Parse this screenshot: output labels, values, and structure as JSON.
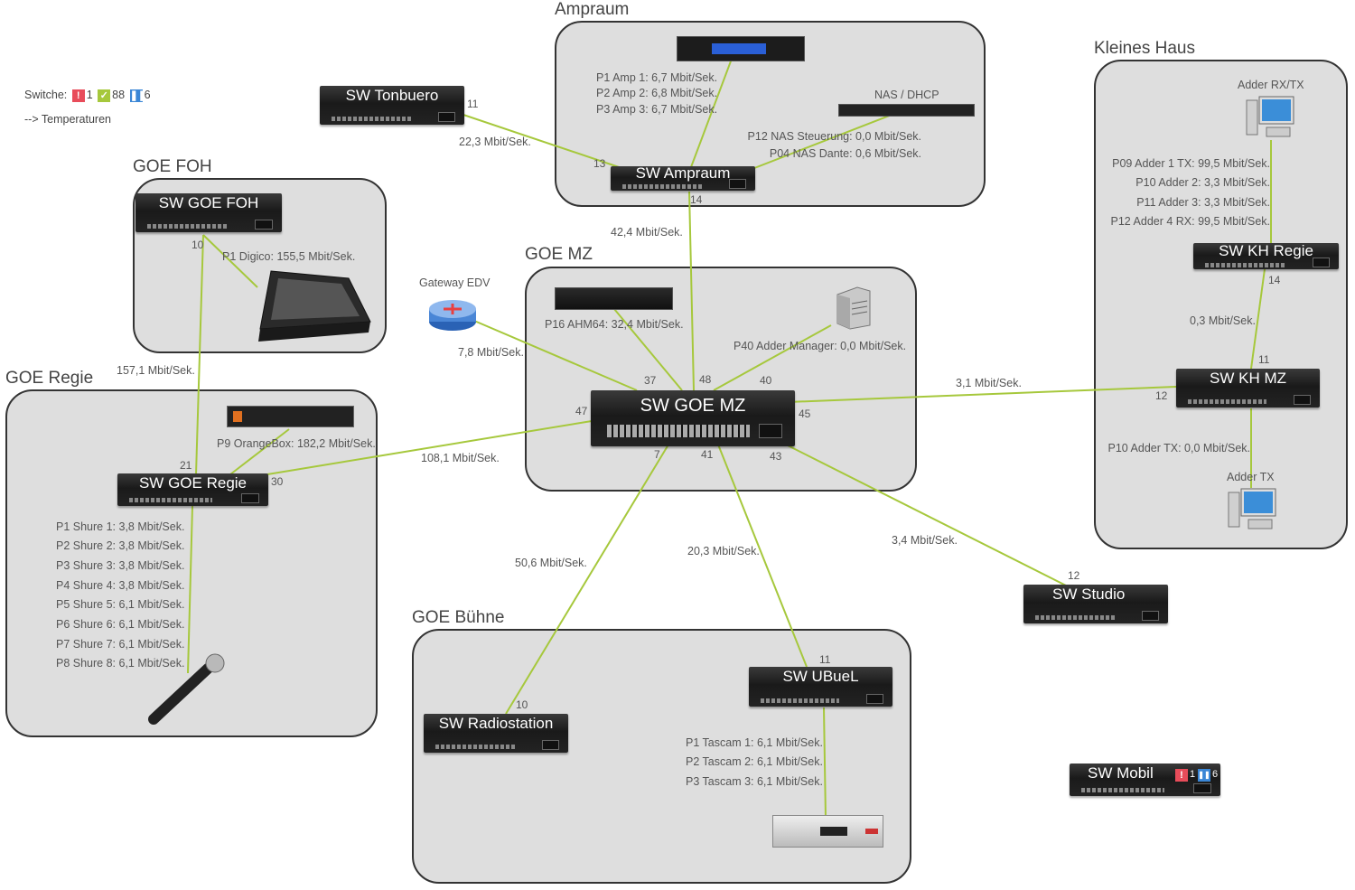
{
  "legend": {
    "label": "Switche:",
    "counts": [
      {
        "icon": "exclamation-icon",
        "color": "#e84c5a",
        "value": "1"
      },
      {
        "icon": "checkmark-icon",
        "color": "#a6c83c",
        "value": "88"
      },
      {
        "icon": "pause-icon",
        "color": "#3a86d6",
        "value": "6"
      }
    ],
    "temps_link": "--> Temperaturen"
  },
  "zones": {
    "ampraum": "Ampraum",
    "kleines_haus": "Kleines Haus",
    "goe_foh": "GOE FOH",
    "goe_mz": "GOE MZ",
    "goe_regie": "GOE Regie",
    "goe_buehne": "GOE Bühne"
  },
  "switches": {
    "tonbuero": "SW Tonbuero",
    "ampraum": "SW Ampraum",
    "goe_foh": "SW GOE FOH",
    "goe_mz": "SW GOE MZ",
    "goe_regie": "SW GOE Regie",
    "kh_regie": "SW KH Regie",
    "kh_mz": "SW KH MZ",
    "studio": "SW Studio",
    "radiostation": "SW Radiostation",
    "ubuel": "SW UBueL",
    "mobil": "SW Mobil"
  },
  "mobil_badges": {
    "error": "1",
    "paused": "6"
  },
  "devices": {
    "nas": "NAS / DHCP",
    "gateway": "Gateway EDV",
    "adder_rxtx": "Adder RX/TX",
    "adder_tx": "Adder TX"
  },
  "ampraum_ports": {
    "amps": [
      "P1 Amp 1: 6,7 Mbit/Sek.",
      "P2 Amp 2: 6,8 Mbit/Sek.",
      "P3 Amp 3: 6,7 Mbit/Sek."
    ],
    "nas": [
      "P12 NAS Steuerung: 0,0 Mbit/Sek.",
      "P04 NAS Dante: 0,6 Mbit/Sek."
    ]
  },
  "kh_regie_ports": [
    "P09 Adder 1 TX: 99,5 Mbit/Sek.",
    "P10 Adder 2: 3,3 Mbit/Sek.",
    "P11 Adder 3: 3,3 Mbit/Sek.",
    "P12 Adder 4 RX: 99,5 Mbit/Sek."
  ],
  "kh_mz_port": "P10 Adder TX: 0,0 Mbit/Sek.",
  "foh_port": "P1 Digico: 155,5 Mbit/Sek.",
  "mz_ports": {
    "ahm": "P16 AHM64: 32,4 Mbit/Sek.",
    "adder_manager": "P40 Adder Manager: 0,0 Mbit/Sek."
  },
  "regie_ports": {
    "orangebox": "P9 OrangeBox: 182,2 Mbit/Sek.",
    "shures": [
      "P1 Shure 1: 3,8 Mbit/Sek.",
      "P2 Shure 2: 3,8 Mbit/Sek.",
      "P3 Shure 3: 3,8 Mbit/Sek.",
      "P4 Shure 4: 3,8 Mbit/Sek.",
      "P5 Shure 5: 6,1 Mbit/Sek.",
      "P6 Shure 6: 6,1 Mbit/Sek.",
      "P7 Shure 7: 6,1 Mbit/Sek.",
      "P8 Shure 8: 6,1 Mbit/Sek."
    ]
  },
  "ubuel_ports": [
    "P1 Tascam 1: 6,1 Mbit/Sek.",
    "P2 Tascam 2: 6,1 Mbit/Sek.",
    "P3 Tascam 3: 6,1 Mbit/Sek."
  ],
  "links": {
    "tonbuero": "22,3 Mbit/Sek.",
    "ampraum_mz": "42,4 Mbit/Sek.",
    "gateway": "7,8 Mbit/Sek.",
    "foh_regie": "157,1 Mbit/Sek.",
    "kh_mz": "3,1 Mbit/Sek.",
    "kh_regie_mz": "0,3 Mbit/Sek.",
    "regie_mz": "108,1 Mbit/Sek.",
    "radiostation": "50,6 Mbit/Sek.",
    "ubuel": "20,3 Mbit/Sek.",
    "studio": "3,4 Mbit/Sek."
  },
  "port_numbers": {
    "tonbuero": "11",
    "ampraum_13": "13",
    "ampraum_14": "14",
    "foh_10": "10",
    "mz_37": "37",
    "mz_48": "48",
    "mz_40": "40",
    "mz_47": "47",
    "mz_45": "45",
    "mz_7": "7",
    "mz_41": "41",
    "mz_43": "43",
    "regie_21": "21",
    "regie_30": "30",
    "kh_regie_14": "14",
    "kh_mz_11": "11",
    "kh_mz_12": "12",
    "studio_12": "12",
    "ubuel_11": "11",
    "radio_10": "10"
  },
  "colors": {
    "link": "#a6c83c",
    "zone_bg": "#dedede"
  }
}
